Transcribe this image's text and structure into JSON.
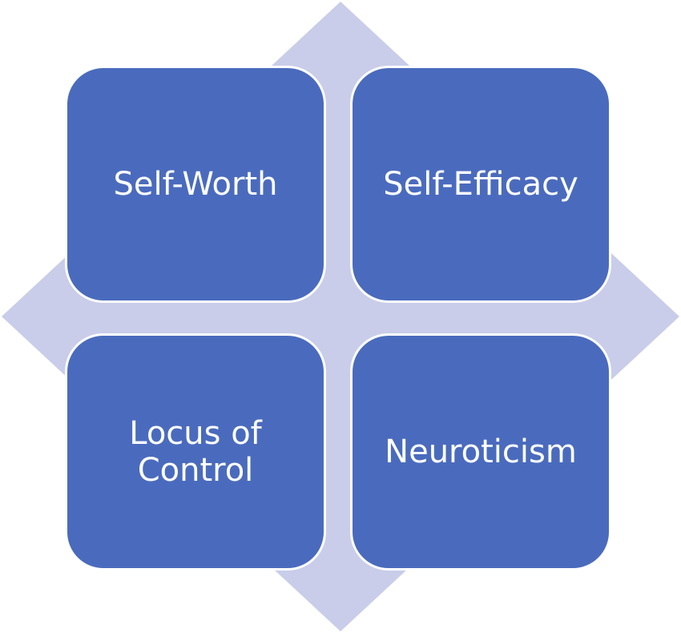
{
  "colors": {
    "diamond": "#c9cde9",
    "box": "#4a6bbd",
    "box_border": "#ffffff",
    "text": "#ffffff"
  },
  "quadrants": {
    "top_left": "Self-Worth",
    "top_right": "Self-Efficacy",
    "bottom_left": "Locus of\nControl",
    "bottom_right": "Neuroticism"
  }
}
